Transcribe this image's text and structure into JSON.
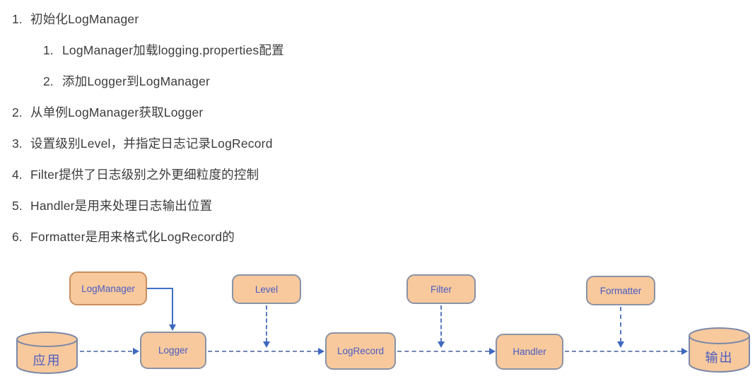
{
  "notes": {
    "items": [
      {
        "number": "1.",
        "text": "初始化LogManager",
        "level": 0
      },
      {
        "number": "1.",
        "text": "LogManager加载logging.properties配置",
        "level": 1
      },
      {
        "number": "2.",
        "text": "添加Logger到LogManager",
        "level": 1
      },
      {
        "number": "2.",
        "text": "从单例LogManager获取Logger",
        "level": 0
      },
      {
        "number": "3.",
        "text": "设置级别Level，并指定日志记录LogRecord",
        "level": 0
      },
      {
        "number": "4.",
        "text": "Filter提供了日志级别之外更细粒度的控制",
        "level": 0
      },
      {
        "number": "5.",
        "text": "Handler是用来处理日志输出位置",
        "level": 0
      },
      {
        "number": "6.",
        "text": "Formatter是用来格式化LogRecord的",
        "level": 0
      }
    ]
  },
  "diagram": {
    "nodes": {
      "logmanager": {
        "label": "LogManager",
        "shape": "box"
      },
      "level": {
        "label": "Level",
        "shape": "box"
      },
      "filter": {
        "label": "Filter",
        "shape": "box"
      },
      "formatter": {
        "label": "Formatter",
        "shape": "box"
      },
      "app": {
        "label": "应用",
        "shape": "cylinder"
      },
      "logger": {
        "label": "Logger",
        "shape": "box"
      },
      "logrecord": {
        "label": "LogRecord",
        "shape": "box"
      },
      "handler": {
        "label": "Handler",
        "shape": "box"
      },
      "output": {
        "label": "输出",
        "shape": "cylinder"
      }
    },
    "edges": [
      "logmanager->logger (solid elbow)",
      "app->logger (dashed)",
      "logger->logrecord (dashed)",
      "level->flow-line (dashed down)",
      "logrecord->handler (dashed)",
      "filter->flow-line (dashed down)",
      "handler->output (dashed)",
      "formatter->flow-line (dashed down)"
    ],
    "colors": {
      "node_fill": "#f7c99c",
      "node_border": "#8b92a5",
      "logmanager_border": "#c98f60",
      "node_text": "#4a5cc5",
      "solid_arrow": "#4070c8",
      "dashed_line": "#7288b5",
      "notes_text": "#3c3c3c"
    }
  }
}
